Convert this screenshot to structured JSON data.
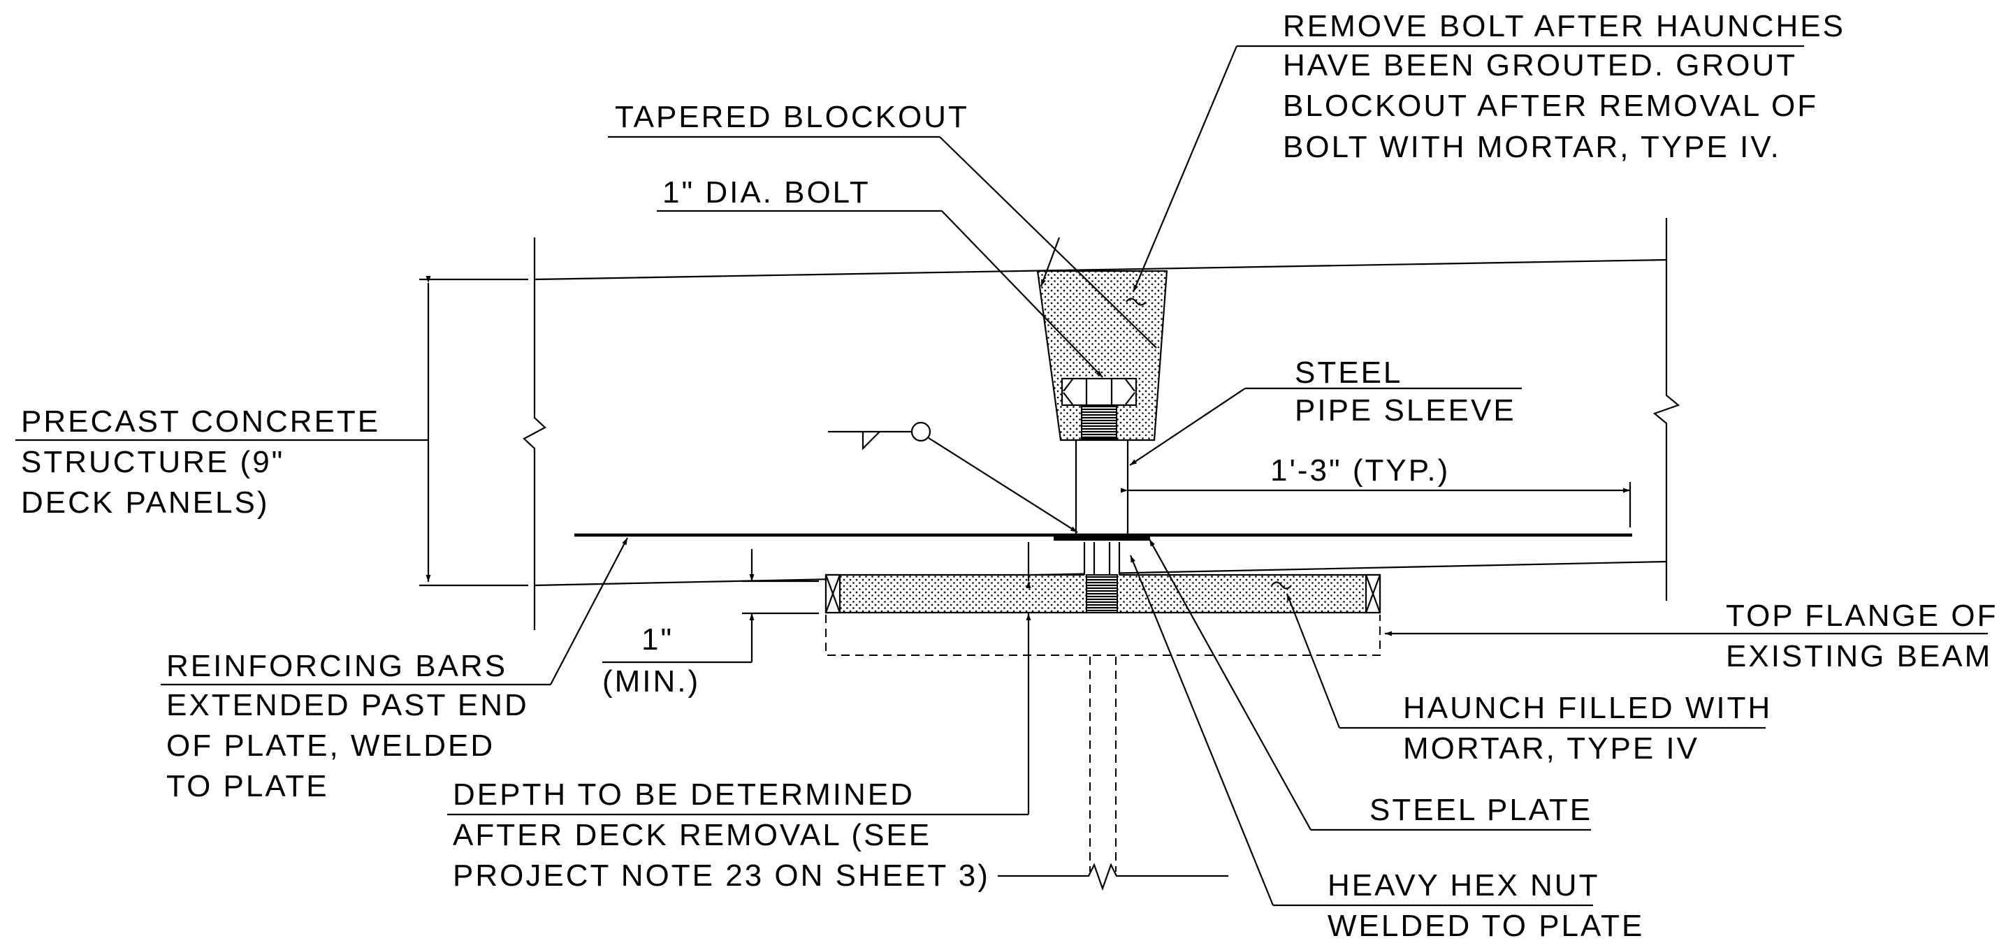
{
  "labels": {
    "remove_bolt": [
      "REMOVE BOLT AFTER HAUNCHES",
      "HAVE BEEN GROUTED. GROUT",
      "BLOCKOUT AFTER REMOVAL OF",
      "BOLT WITH MORTAR, TYPE IV."
    ],
    "tapered_blockout": [
      "TAPERED BLOCKOUT"
    ],
    "bolt": [
      "1\" DIA. BOLT"
    ],
    "sleeve": [
      "STEEL",
      "PIPE SLEEVE"
    ],
    "precast": [
      "PRECAST CONCRETE",
      "STRUCTURE (9\"",
      "DECK PANELS)"
    ],
    "dimension": [
      "1'-3\" (TYP.)"
    ],
    "top_flange": [
      "TOP FLANGE OF",
      "EXISTING BEAM"
    ],
    "min_gap": [
      "1\"",
      "(MIN.)"
    ],
    "rebar": [
      "REINFORCING BARS",
      "EXTENDED PAST END",
      "OF PLATE, WELDED",
      "TO PLATE"
    ],
    "haunch": [
      "HAUNCH FILLED WITH",
      "MORTAR, TYPE IV"
    ],
    "depth": [
      "DEPTH TO BE DETERMINED",
      "AFTER DECK REMOVAL (SEE",
      "PROJECT NOTE 23 ON SHEET 3)"
    ],
    "steel_plate": [
      "STEEL PLATE"
    ],
    "hex_nut": [
      "HEAVY HEX NUT",
      "WELDED TO PLATE"
    ]
  }
}
